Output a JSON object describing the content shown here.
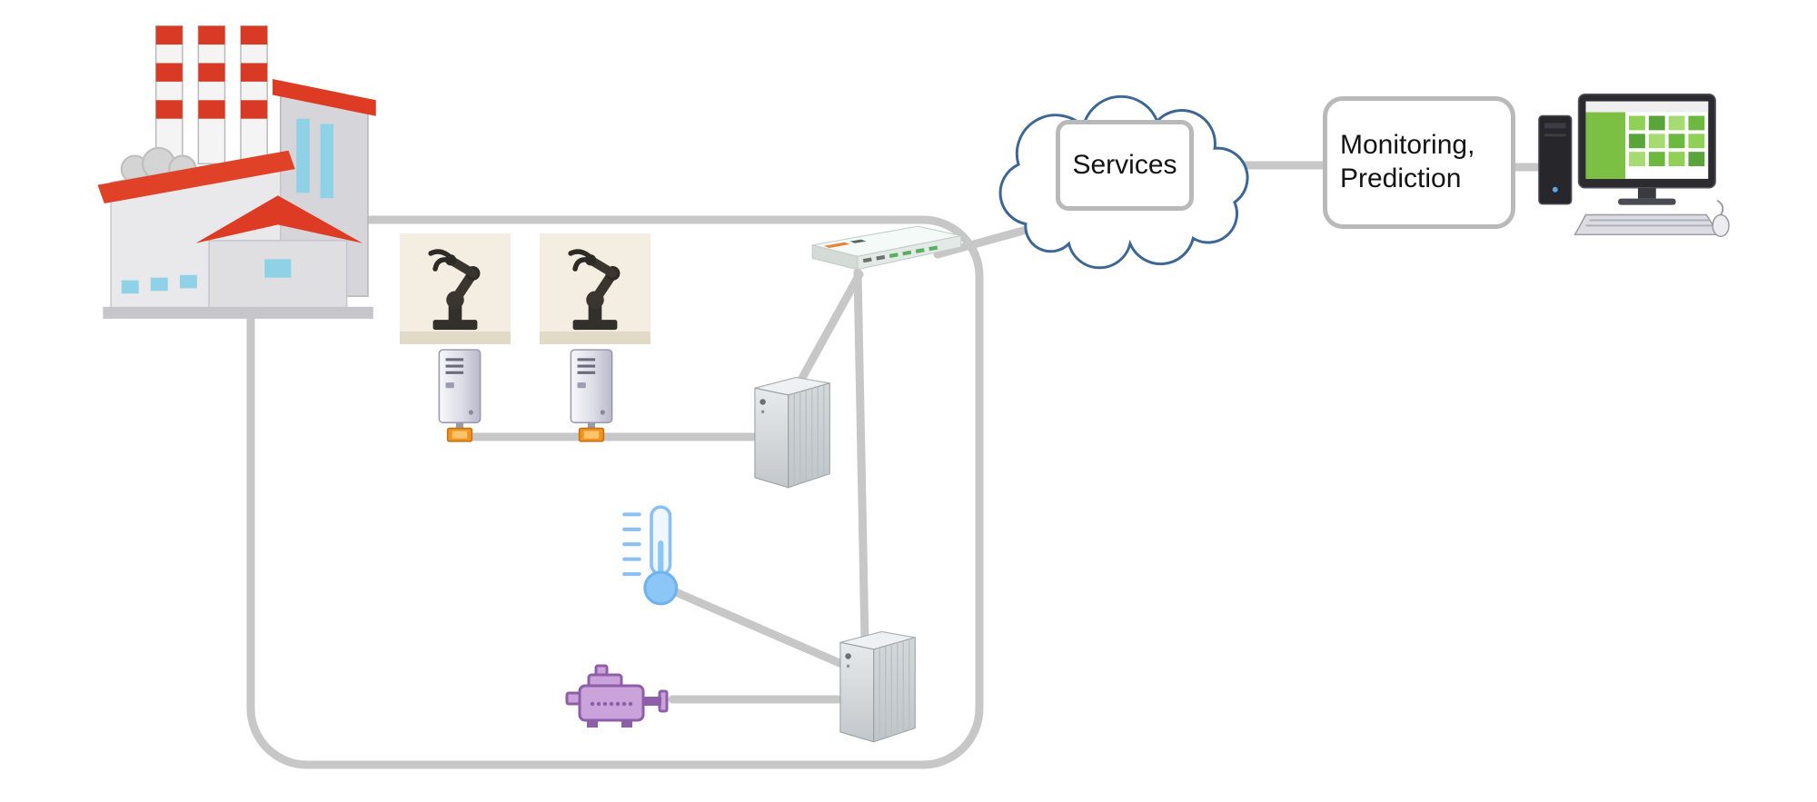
{
  "diagram": {
    "labels": {
      "services": "Services",
      "monitoring_line1": "Monitoring,",
      "monitoring_line2": "Prediction"
    },
    "colors": {
      "connection_line": "#c7c7c7",
      "cloud_outline": "#3c6694",
      "label_box_border": "#b9b9b9",
      "factory_roof_red": "#dd3b24",
      "connector_orange": "#f0941f",
      "thermometer_blue": "#8cc6f6",
      "engine_purple": "#8e5ea8"
    },
    "nodes": [
      {
        "id": "factory",
        "icon": "factory-icon"
      },
      {
        "id": "robot-arm-1",
        "icon": "robot-arm-icon"
      },
      {
        "id": "robot-arm-2",
        "icon": "robot-arm-icon"
      },
      {
        "id": "controller-pc-1",
        "icon": "pc-tower-icon"
      },
      {
        "id": "controller-pc-2",
        "icon": "pc-tower-icon"
      },
      {
        "id": "edge-server-1",
        "icon": "server-tower-icon"
      },
      {
        "id": "edge-server-2",
        "icon": "server-tower-icon"
      },
      {
        "id": "network-switch",
        "icon": "router-switch-icon"
      },
      {
        "id": "cloud-services",
        "icon": "cloud-icon",
        "label": "Services"
      },
      {
        "id": "monitoring-prediction",
        "label": "Monitoring, Prediction"
      },
      {
        "id": "workstation",
        "icon": "desktop-computer-icon"
      },
      {
        "id": "temperature-sensor",
        "icon": "thermometer-icon"
      },
      {
        "id": "engine",
        "icon": "engine-icon"
      }
    ]
  }
}
